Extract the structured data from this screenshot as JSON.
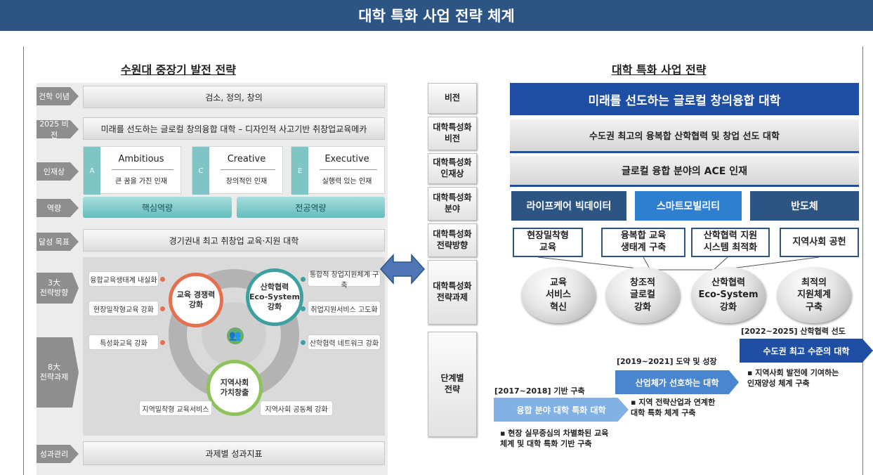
{
  "title": "대학 특화 사업 전략 체계",
  "left": {
    "section_title": "수원대 중장기 발전 전략",
    "rows": [
      {
        "label": "건학 이념",
        "text": "검소, 정의, 창의"
      },
      {
        "label": "2025 비전",
        "text": "미래를 선도하는 글로컬 창의융합 대학 – 디자인적 사고기반 취창업교육메카"
      },
      {
        "label": "인재상"
      },
      {
        "label": "역량"
      },
      {
        "label": "달성 목표",
        "text": "경기권내 최고 취창업 교육·지원 대학"
      },
      {
        "label": "3大\n전략방향"
      },
      {
        "label": "8大\n전략과제"
      },
      {
        "label": "성과관리",
        "text": "과제별 성과지표"
      }
    ],
    "talents": [
      {
        "tag": "A",
        "title": "Ambitious",
        "sub": "큰 꿈을 가진 인재"
      },
      {
        "tag": "C",
        "title": "Creative",
        "sub": "창의적인 인재"
      },
      {
        "tag": "E",
        "title": "Executive",
        "sub": "실행력 있는 인재"
      }
    ],
    "capabilities": [
      "핵심역량",
      "전공역량"
    ],
    "tasks_left": [
      "융합교육생태계 내실화",
      "현장밀착형교육 강화",
      "특성화교육 강화"
    ],
    "tasks_right": [
      "통합적 창업지원체계 구축",
      "취업지원서비스 고도화",
      "산학협력 네트워크 강화"
    ],
    "tasks_bottom": [
      "지역밀착형 교육서비스",
      "지역사회 공동체 강화"
    ],
    "circles": [
      "교육 경쟁력\n강화",
      "산학협력\nEco-System\n강화",
      "지역사회\n가치창출"
    ]
  },
  "middle": [
    "비전",
    "대학특성화\n비전",
    "대학특성화\n인재상",
    "대학특성화\n분야",
    "대학특성화\n전략방향",
    "대학특성화\n전략과제",
    "단계별\n전략"
  ],
  "right": {
    "section_title": "대학 특화 사업 전략",
    "vision": "미래를 선도하는 글로컬 창의융합 대학",
    "special_vision": "수도권 최고의 융복합 산학협력 및 창업 선도 대학",
    "talent": "글로컬 융합 분야의 ACE 인재",
    "fields": [
      "라이프케어 빅데이터",
      "스마트모빌리티",
      "반도체"
    ],
    "strategies": [
      "현장밀착형\n교육",
      "융복합 교육\n생태계 구축",
      "산학협력 지원\n시스템 최적화",
      "지역사회 공헌"
    ],
    "tasks": [
      "교육\n서비스\n혁신",
      "창조적\n글로컬\n강화",
      "산학협력\nEco-System\n강화",
      "최적의\n지원체계\n구축"
    ],
    "stages": [
      {
        "period": "[2017~2018] 기반 구축",
        "goal": "융합 분야 대학 특화 대학",
        "note": "▪ 현장 실무중심의 차별화된 교육\n   체계 및 대학 특화 기반 구축"
      },
      {
        "period": "[2019~2021] 도약 및 성장",
        "goal": "산업체가 선호하는 대학",
        "note": "▪ 지역 전략산업과 연계한\n   대학 특화 체계 구축"
      },
      {
        "period": "[2022~2025] 산학협력 선도",
        "goal": "수도권 최고 수준의 대학",
        "note": "▪ 지역사회 발전에 기여하는\n   인재양성 체계 구축"
      }
    ]
  }
}
